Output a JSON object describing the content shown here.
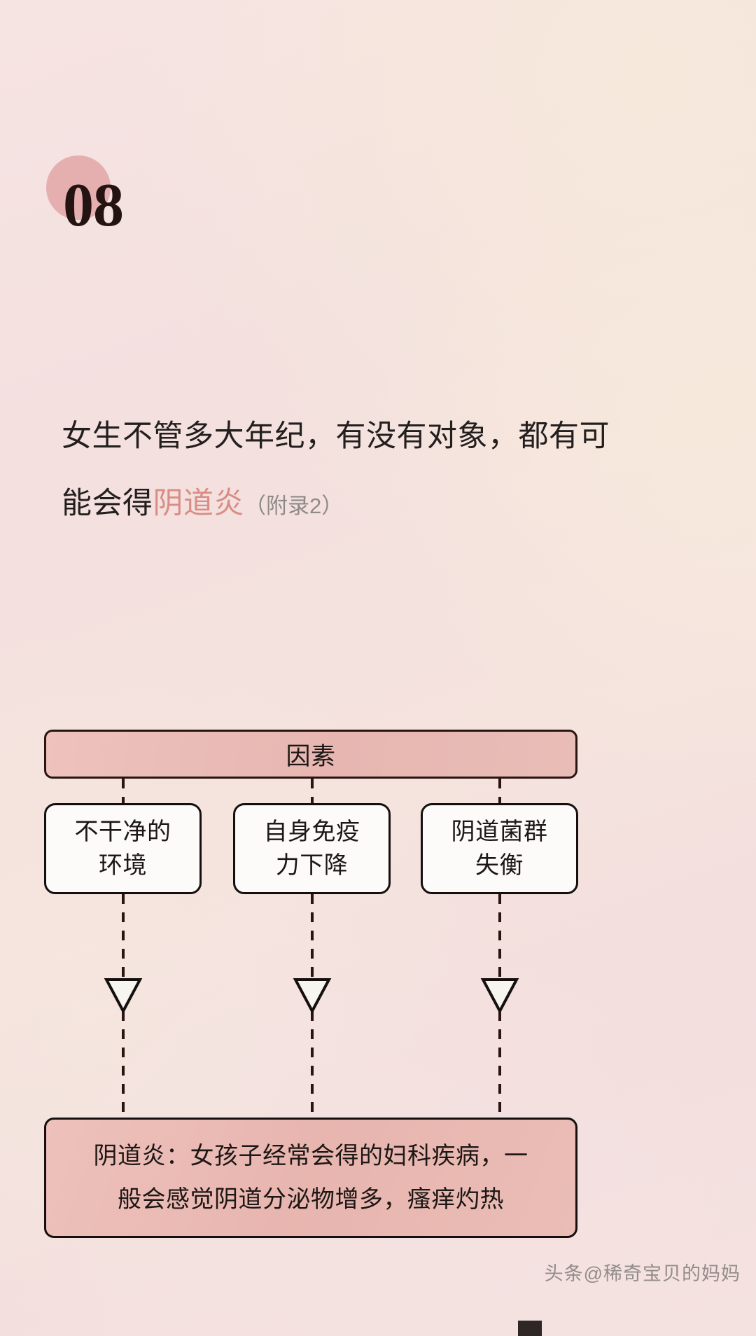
{
  "page": {
    "section_number": "08",
    "background_color": "#f4e1df",
    "accent_color": "#d98d85",
    "node_fill_pink": "#e9bab4",
    "node_fill_white": "#fcfbf9",
    "outline_color": "#15100f"
  },
  "headline": {
    "line1": "女生不管多大年纪，有没有对象，都有可",
    "line2_prefix": "能会得",
    "line2_accent": "阴道炎",
    "line2_note": "（附录2）"
  },
  "flowchart": {
    "type": "diagram",
    "header": {
      "label": "因素"
    },
    "factors": [
      {
        "label": "不干净的环境",
        "line1": "不干净的",
        "line2": "环境"
      },
      {
        "label": "自身免疫力下降",
        "line1": "自身免疫",
        "line2": "力下降"
      },
      {
        "label": "阴道菌群失衡",
        "line1": "阴道菌群",
        "line2": "失衡"
      }
    ],
    "result": {
      "line1": "阴道炎：女孩子经常会得的妇科疾病，一",
      "line2": "般会感觉阴道分泌物增多，瘙痒灼热"
    },
    "connector_style": "dashed",
    "arrowhead_style": "hollow-triangle"
  },
  "watermark": {
    "text": "头条@稀奇宝贝的妈妈"
  }
}
